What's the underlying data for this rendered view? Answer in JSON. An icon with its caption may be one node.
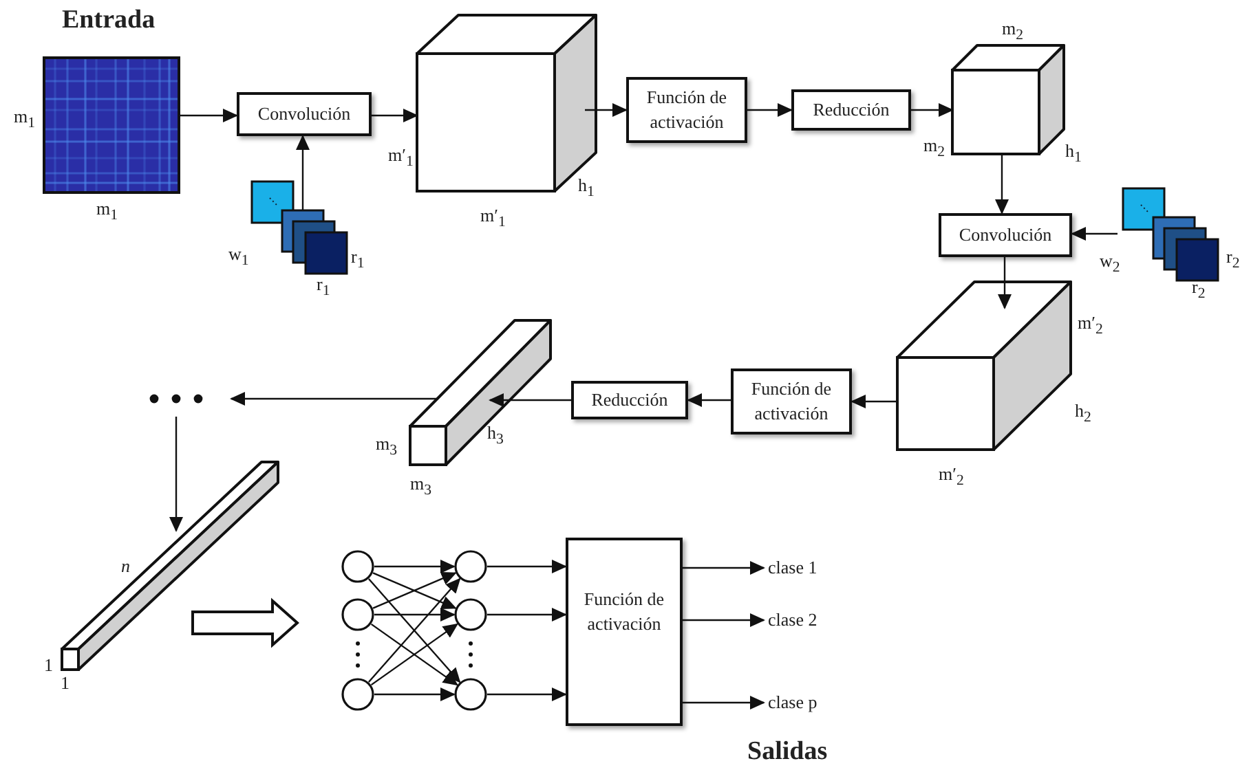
{
  "diagram": {
    "nodes": [
      {
        "text": [],
        "shape": "picture",
        "beside": [
          "m$_{1}$",
          "m$_{1}$"
        ]
      },
      {
        "text": [
          "Convolución"
        ]
      },
      {
        "text": [],
        "shape": "picture",
        "beside": [
          "w$_{1}$",
          "r$_{1}$",
          "r$_{1}$"
        ]
      },
      {
        "text": [],
        "shape": "box",
        "beside": [
          "m′$_{1}$",
          "m′$_{1}$",
          "h$_{1}$"
        ]
      },
      {
        "text": [
          "Función de activación"
        ]
      },
      {
        "text": [
          "Reducción"
        ]
      },
      {
        "text": [],
        "shape": "box",
        "beside": [
          "m$_{2}$",
          "m$_{2}$",
          "h$_{1}$"
        ]
      },
      {
        "text": [
          "Convolución"
        ]
      },
      {
        "text": [],
        "shape": "picture",
        "beside": [
          "w$_{2}$",
          "r$_{2}$",
          "r$_{2}$"
        ]
      },
      {
        "text": [],
        "shape": "box",
        "beside": [
          "m′$_{2}$",
          "h$_{2}$",
          "m′$_{2}$"
        ]
      },
      {
        "text": [
          "Función de activación"
        ]
      },
      {
        "text": [
          "Reducción"
        ]
      },
      {
        "text": [],
        "shape": "bar",
        "beside": [
          "m$_{3}$",
          "h$_{3}$",
          "m$_{3}$"
        ]
      },
      {
        "text": [],
        "shape": "dots"
      },
      {
        "text": [],
        "shape": "bar",
        "beside": [
          "*n*",
          "1",
          "1"
        ]
      },
      {
        "text": [],
        "shape": "circle"
      },
      {
        "text": [],
        "shape": "circle"
      },
      {
        "text": [],
        "shape": "circle"
      },
      {
        "text": [],
        "shape": "circle"
      },
      {
        "text": [],
        "shape": "circle"
      },
      {
        "text": [],
        "shape": "circle"
      },
      {
        "text": [
          "Función de activación"
        ]
      },
      {
        "text": [
          "clase 1"
        ]
      },
      {
        "text": [
          "clase 2"
        ]
      },
      {
        "text": [
          "clase p"
        ]
      }
    ],
    "edges": [
      {
        "from": 0,
        "to": 1,
        "arrow": "to"
      },
      {
        "from": 2,
        "to": 1,
        "arrow": "to"
      },
      {
        "from": 1,
        "to": 3,
        "arrow": "to"
      },
      {
        "from": 3,
        "to": 4,
        "arrow": "to"
      },
      {
        "from": 4,
        "to": 5,
        "arrow": "to"
      },
      {
        "from": 5,
        "to": 6,
        "arrow": "to"
      },
      {
        "from": 6,
        "to": 7,
        "arrow": "to"
      },
      {
        "from": 8,
        "to": 7,
        "arrow": "to"
      },
      {
        "from": 7,
        "to": 9,
        "arrow": "to"
      },
      {
        "from": 9,
        "to": 10,
        "arrow": "to"
      },
      {
        "from": 10,
        "to": 11,
        "arrow": "to"
      },
      {
        "from": 11,
        "to": 12,
        "arrow": "to"
      },
      {
        "from": 12,
        "to": 13,
        "arrow": "to"
      },
      {
        "from": 13,
        "to": 14,
        "arrow": "to"
      },
      {
        "from": 14,
        "to": 16,
        "arrow": "to",
        "style": "thick"
      },
      {
        "from": 15,
        "to": 18,
        "arrow": "to"
      },
      {
        "from": 15,
        "to": 19,
        "arrow": "to"
      },
      {
        "from": 15,
        "to": 20,
        "arrow": "to"
      },
      {
        "from": 16,
        "to": 18,
        "arrow": "to"
      },
      {
        "from": 16,
        "to": 19,
        "arrow": "to"
      },
      {
        "from": 16,
        "to": 20,
        "arrow": "to"
      },
      {
        "from": 17,
        "to": 18,
        "arrow": "to"
      },
      {
        "from": 17,
        "to": 19,
        "arrow": "to"
      },
      {
        "from": 17,
        "to": 20,
        "arrow": "to"
      },
      {
        "from": 18,
        "to": 21,
        "arrow": "to"
      },
      {
        "from": 19,
        "to": 21,
        "arrow": "to"
      },
      {
        "from": 20,
        "to": 21,
        "arrow": "to"
      },
      {
        "from": 21,
        "to": 22,
        "arrow": "to"
      },
      {
        "from": 21,
        "to": 23,
        "arrow": "to"
      },
      {
        "from": 21,
        "to": 24,
        "arrow": "to"
      }
    ],
    "labels": [
      "Entrada",
      "Salidas"
    ]
  }
}
